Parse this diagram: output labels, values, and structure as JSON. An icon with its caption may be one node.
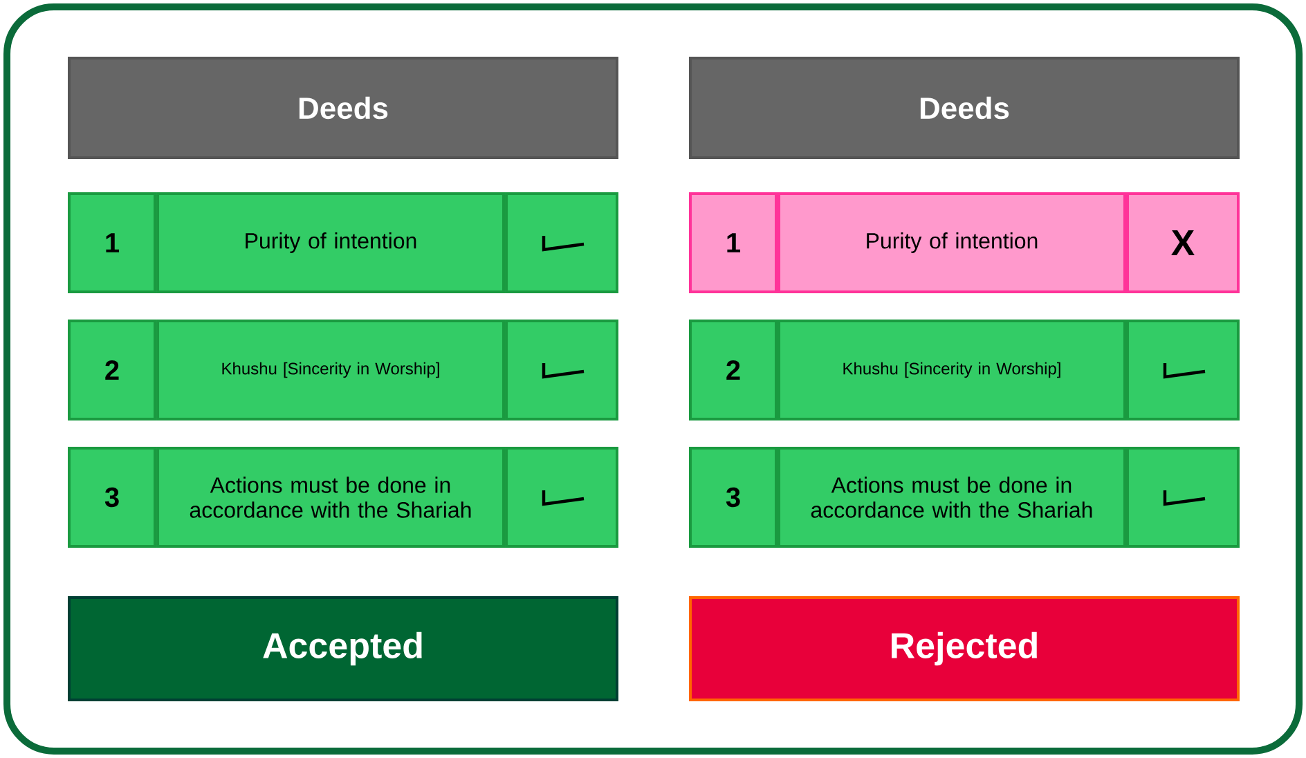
{
  "diagram": {
    "nodes": [
      {
        "text": [
          "Deeds"
        ]
      },
      {
        "text": [
          "1"
        ]
      },
      {
        "text": [
          "Purity of intention"
        ]
      },
      {
        "text": [],
        "shape": "box"
      },
      {
        "text": [
          "2"
        ]
      },
      {
        "text": [
          "Khushu  [Sincerity in Worship]"
        ]
      },
      {
        "text": [],
        "shape": "box"
      },
      {
        "text": [
          "3"
        ]
      },
      {
        "text": [
          "Actions must be done in accordance with the Shariah"
        ]
      },
      {
        "text": [],
        "shape": "box"
      },
      {
        "text": [
          "Accepted"
        ]
      },
      {
        "text": [
          "Deeds"
        ]
      },
      {
        "text": [
          "1"
        ]
      },
      {
        "text": [
          "Purity of intention"
        ]
      },
      {
        "text": [
          "X"
        ]
      },
      {
        "text": [
          "2"
        ]
      },
      {
        "text": [
          "Khushu  [Sincerity in Worship]"
        ]
      },
      {
        "text": [],
        "shape": "box"
      },
      {
        "text": [
          "3"
        ]
      },
      {
        "text": [
          "Actions must be done in accordance with the Shariah"
        ]
      },
      {
        "text": [],
        "shape": "box"
      },
      {
        "text": [
          "Rejected"
        ]
      }
    ],
    "edges": []
  }
}
